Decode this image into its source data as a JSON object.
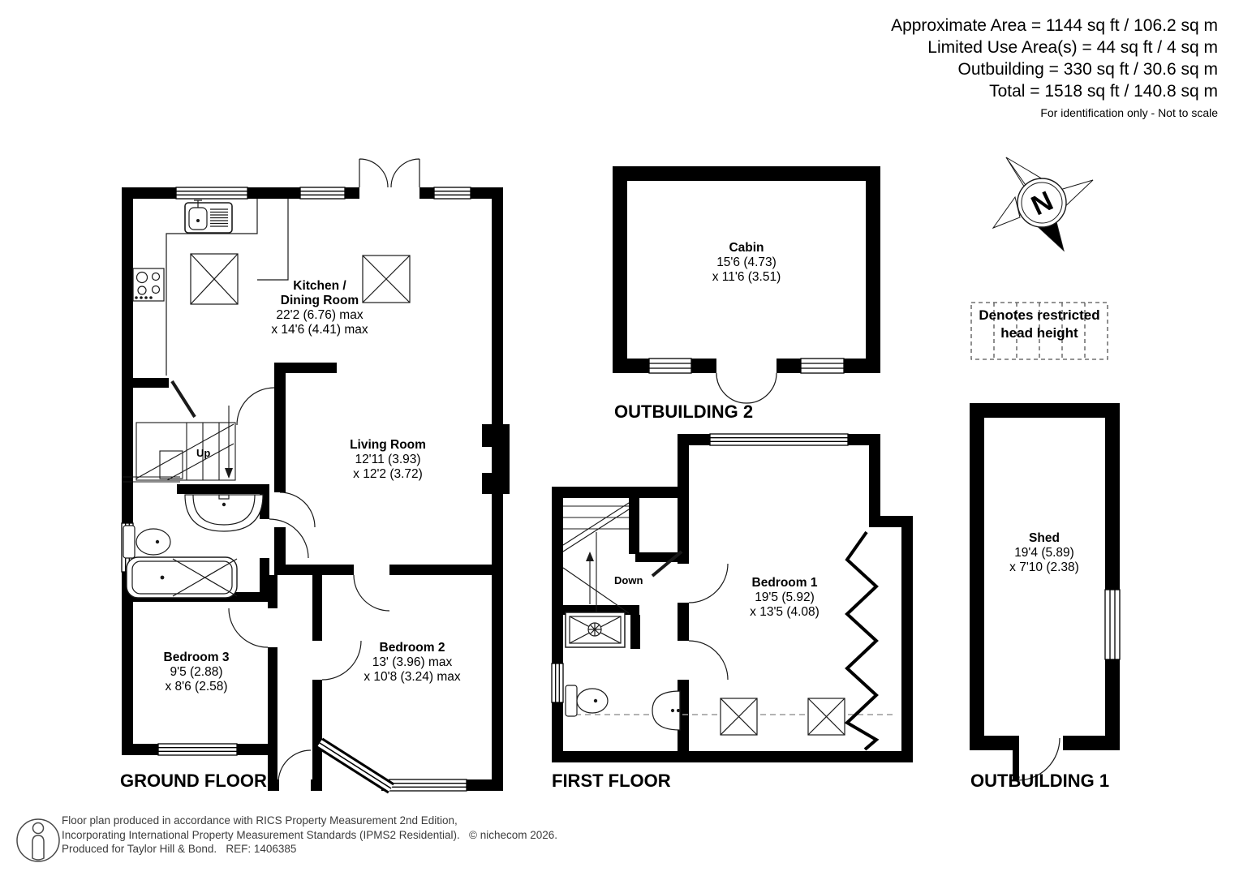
{
  "header": {
    "area_lines": [
      "Approximate Area = 1144 sq ft / 106.2 sq m",
      "Limited Use Area(s) = 44 sq ft / 4 sq m",
      "Outbuilding = 330 sq ft / 30.6 sq m",
      "Total = 1518 sq ft / 140.8 sq m"
    ],
    "disclaimer": "For identification only - Not to scale"
  },
  "ground_floor": {
    "label": "GROUND FLOOR",
    "stairs_label": "Up",
    "rooms": {
      "kitchen": {
        "name_line1": "Kitchen /",
        "name_line2": "Dining Room",
        "dim_line1": "22'2 (6.76) max",
        "dim_line2": "x 14'6 (4.41) max"
      },
      "living": {
        "name": "Living Room",
        "dim_line1": "12'11 (3.93)",
        "dim_line2": "x 12'2 (3.72)"
      },
      "bedroom2": {
        "name": "Bedroom 2",
        "dim_line1": "13' (3.96) max",
        "dim_line2": "x 10'8 (3.24) max"
      },
      "bedroom3": {
        "name": "Bedroom 3",
        "dim_line1": "9'5 (2.88)",
        "dim_line2": "x 8'6 (2.58)"
      }
    }
  },
  "first_floor": {
    "label": "FIRST FLOOR",
    "stairs_label": "Down",
    "rooms": {
      "bedroom1": {
        "name": "Bedroom 1",
        "dim_line1": "19'5 (5.92)",
        "dim_line2": "x 13'5 (4.08)"
      }
    }
  },
  "outbuilding2": {
    "label": "OUTBUILDING 2",
    "room": {
      "name": "Cabin",
      "dim_line1": "15'6 (4.73)",
      "dim_line2": "x 11'6 (3.51)"
    }
  },
  "outbuilding1": {
    "label": "OUTBUILDING 1",
    "room": {
      "name": "Shed",
      "dim_line1": "19'4 (5.89)",
      "dim_line2": "x 7'10 (2.38)"
    }
  },
  "legend": {
    "restricted_line1": "Denotes restricted",
    "restricted_line2": "head height"
  },
  "compass": {
    "letter": "N"
  },
  "footer": {
    "line1": "Floor plan produced in accordance with RICS Property Measurement 2nd Edition,",
    "line2": "Incorporating International Property Measurement Standards (IPMS2 Residential).   © nichecom 2026.",
    "line3": "Produced for Taylor Hill & Bond.   REF: 1406385"
  },
  "colors": {
    "wall": "#000000",
    "line": "#1a1a1a",
    "dashed": "#9a9a9a",
    "footer_text": "#3c3c3c"
  }
}
